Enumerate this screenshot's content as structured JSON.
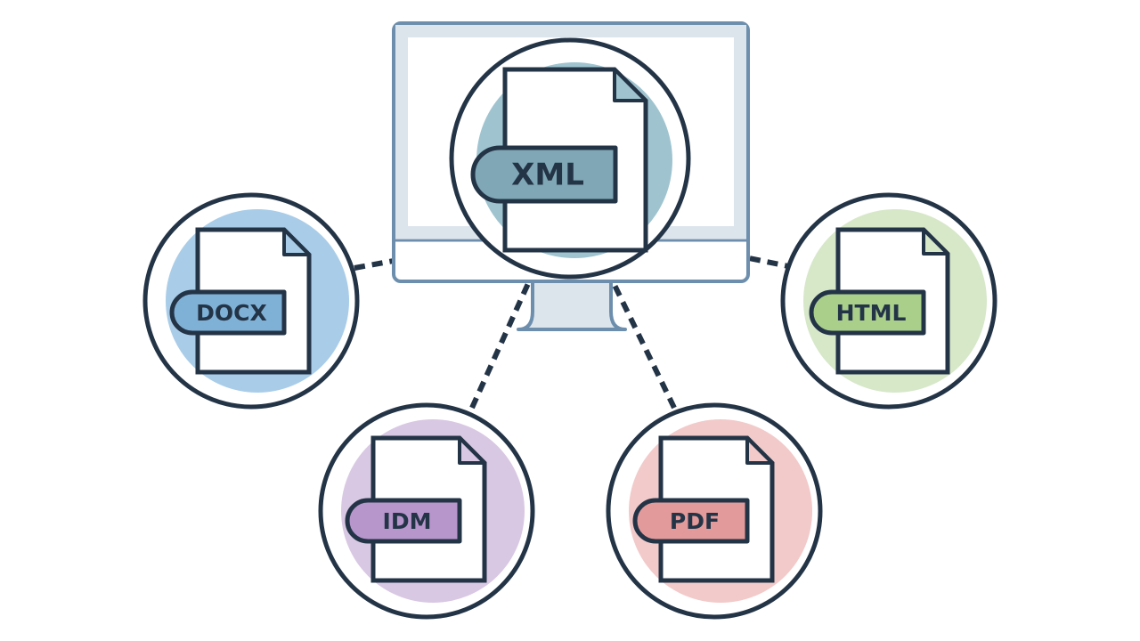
{
  "colors": {
    "outline": "#243447",
    "background": "#ffffff",
    "monitor_frame": "#6d8fad",
    "monitor_screen_bg": "#dde5ec"
  },
  "diagram": {
    "center": {
      "label": "XML",
      "icon": "xml-file-icon",
      "halo_color": "#9fc4d0",
      "tag_color": "#7fa7b5"
    },
    "nodes": [
      {
        "key": "docx",
        "label": "DOCX",
        "icon": "docx-file-icon",
        "halo_color": "#a9cde8",
        "tag_color": "#7fb1d6"
      },
      {
        "key": "idm",
        "label": "IDM",
        "icon": "idm-file-icon",
        "halo_color": "#d9c8e3",
        "tag_color": "#b796cb"
      },
      {
        "key": "pdf",
        "label": "PDF",
        "icon": "pdf-file-icon",
        "halo_color": "#f2caca",
        "tag_color": "#e39a9a"
      },
      {
        "key": "html",
        "label": "HTML",
        "icon": "html-file-icon",
        "halo_color": "#d7e8c9",
        "tag_color": "#a9cf8b"
      }
    ]
  }
}
